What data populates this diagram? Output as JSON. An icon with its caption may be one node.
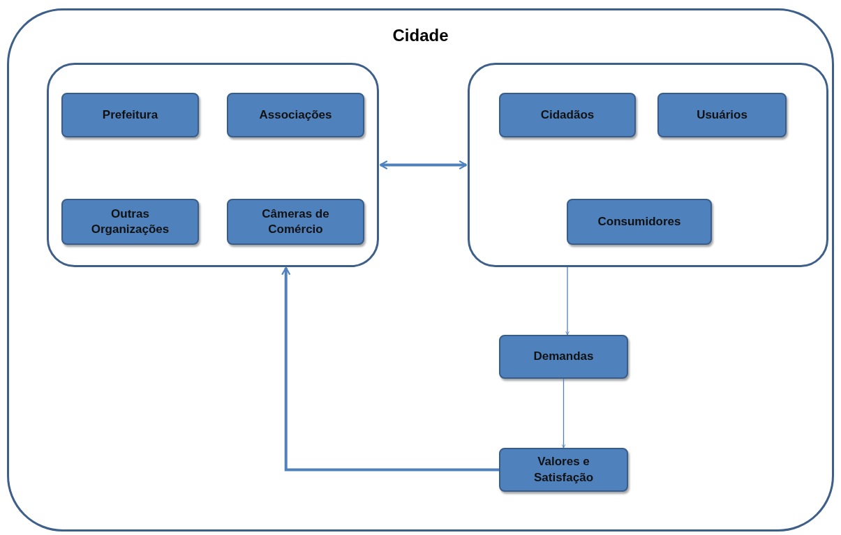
{
  "diagram": {
    "nodes": [
      {
        "text": [
          "Cidade"
        ]
      },
      {
        "text": [],
        "shape": "box",
        "in": 0
      },
      {
        "text": [
          "Prefeitura"
        ],
        "in": 1
      },
      {
        "text": [
          "Associações"
        ],
        "in": 1
      },
      {
        "text": [
          "Outras Organizações"
        ],
        "in": 1
      },
      {
        "text": [
          "Câmeras de Comércio"
        ],
        "in": 1
      },
      {
        "text": [],
        "shape": "box",
        "in": 0
      },
      {
        "text": [
          "Cidadãos"
        ],
        "in": 6
      },
      {
        "text": [
          "Usuários"
        ],
        "in": 6
      },
      {
        "text": [
          "Consumidores"
        ],
        "in": 6
      },
      {
        "text": [
          "Demandas"
        ],
        "in": 0
      },
      {
        "text": [
          "Valores e Satisfação"
        ],
        "in": 0
      }
    ],
    "edges": [
      {
        "from": 1,
        "to": 6,
        "arrow": "both",
        "style": "thick"
      },
      {
        "from": 6,
        "to": 10,
        "arrow": "to"
      },
      {
        "from": 10,
        "to": 11,
        "arrow": "to"
      },
      {
        "from": 11,
        "to": 1,
        "arrow": "to",
        "style": "thick"
      }
    ]
  }
}
